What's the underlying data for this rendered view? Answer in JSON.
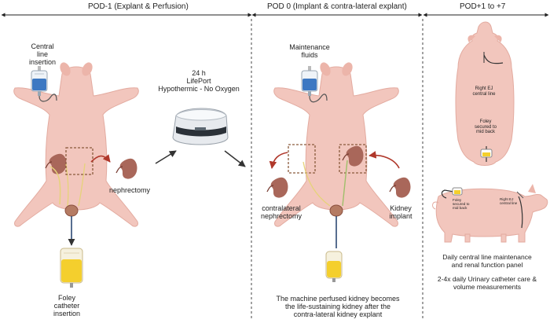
{
  "headers": {
    "pod_minus1": "POD-1 (Explant & Perfusion)",
    "pod0": "POD 0 (Implant & contra-lateral explant)",
    "pod_plus": "POD+1 to +7"
  },
  "panel1": {
    "central_line": [
      "Central",
      "line",
      "insertion"
    ],
    "nephrectomy": "nephrectomy",
    "foley": [
      "Foley",
      "catheter",
      "insertion"
    ]
  },
  "lifeport": {
    "duration": "24 h",
    "device": "LifePort",
    "condition": "Hypothermic - No Oxygen"
  },
  "panel2": {
    "maintenance": [
      "Maintenance",
      "fluids"
    ],
    "contralateral": [
      "contralateral",
      "nephrectomy"
    ],
    "implant": [
      "Kidney",
      "implant"
    ],
    "caption": [
      "The machine perfused kidney becomes",
      "the life-sustaining kidney after the",
      "contra-lateral kidney explant"
    ]
  },
  "panel3": {
    "right_ej": [
      "Right EJ",
      "central line"
    ],
    "foley_secured": [
      "Foley",
      "secured to",
      "mid back"
    ],
    "small_foley": [
      "Foley",
      "secured to",
      "mid back"
    ],
    "small_right_ej": [
      "Right EJ",
      "central line"
    ],
    "care_line1": "Daily central line maintenance",
    "care_line2": "and renal function panel",
    "care_line3": "2-4x daily Urinary catheter care &",
    "care_line4": "volume measurements"
  },
  "colors": {
    "pig_skin": "#f2c6bd",
    "pig_outline": "#e3aba0",
    "kidney": "#a9675a",
    "iv_bag_fluid": "#3d78c2",
    "urine_bag_fluid": "#f4cf2d",
    "arrow_red": "#b0382b",
    "dashed_box": "#8a5a3c"
  },
  "icons": [
    "iv-bag-icon",
    "urine-bag-icon",
    "kidney-icon",
    "lifeport-device-icon",
    "pig-icon"
  ]
}
